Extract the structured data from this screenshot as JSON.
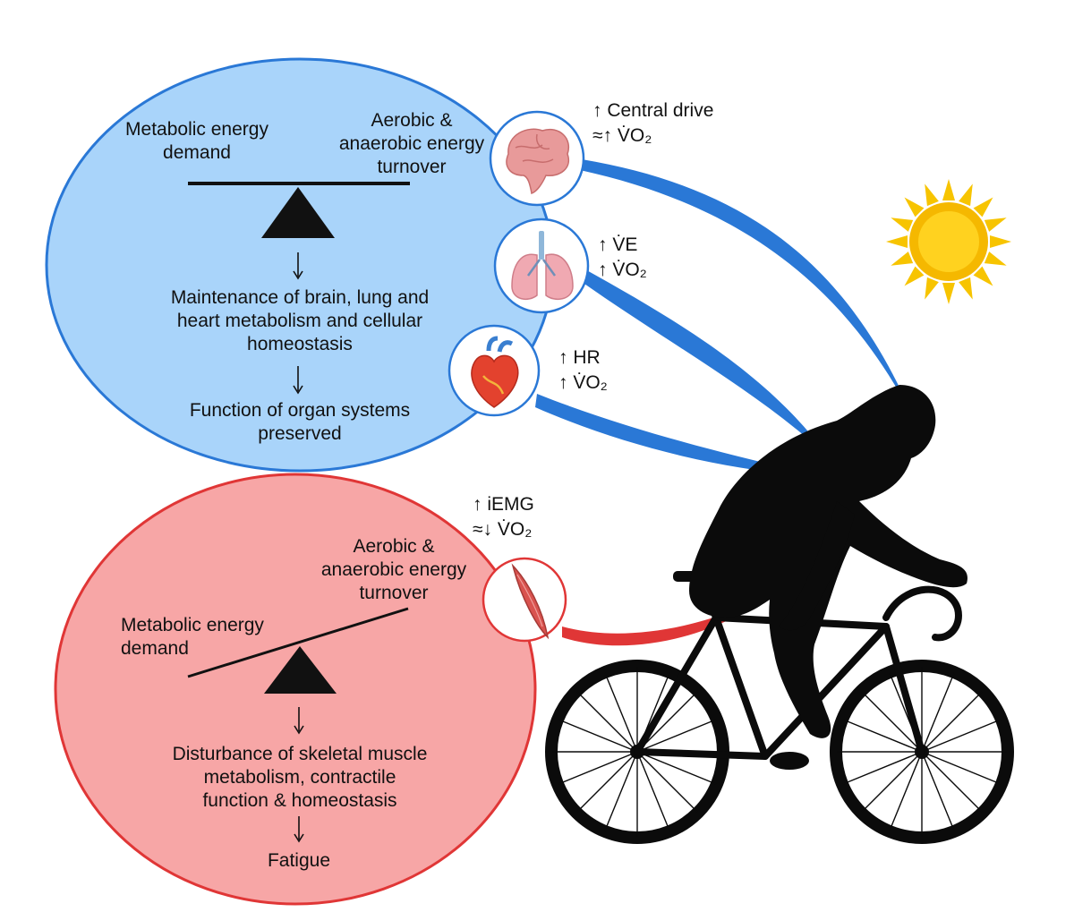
{
  "colors": {
    "blue_fill": "#a9d4fa",
    "blue_stroke": "#2a78d6",
    "red_fill": "#f7a6a6",
    "red_stroke": "#e03636",
    "sun": "#f5b800",
    "silhouette": "#0b0b0b"
  },
  "blue_panel": {
    "demand_line1": "Metabolic energy",
    "demand_line2": "demand",
    "turnover_line1": "Aerobic &",
    "turnover_line2": "anaerobic energy",
    "turnover_line3": "turnover",
    "step1_line1": "Maintenance of brain, lung and",
    "step1_line2": "heart metabolism and cellular",
    "step1_line3": "homeostasis",
    "step2_line1": "Function of organ systems",
    "step2_line2": "preserved"
  },
  "red_panel": {
    "turnover_line1": "Aerobic &",
    "turnover_line2": "anaerobic energy",
    "turnover_line3": "turnover",
    "demand_line1": "Metabolic energy",
    "demand_line2": "demand",
    "step1_line1": "Disturbance of skeletal muscle",
    "step1_line2": "metabolism, contractile",
    "step1_line3": "function & homeostasis",
    "step2": "Fatigue"
  },
  "annotations": {
    "brain_line1": "↑ Central drive",
    "brain_line2": "≈↑ V̇O₂",
    "lung_line1": "↑ V̇E",
    "lung_line2": "↑ V̇O₂",
    "heart_line1": "↑ HR",
    "heart_line2": "↑ V̇O₂",
    "muscle_line1": "↑ iEMG",
    "muscle_line2": "≈↓ V̇O₂"
  },
  "icons": [
    "brain-icon",
    "lungs-icon",
    "heart-icon",
    "muscle-icon",
    "sun-icon",
    "cyclist-silhouette"
  ]
}
